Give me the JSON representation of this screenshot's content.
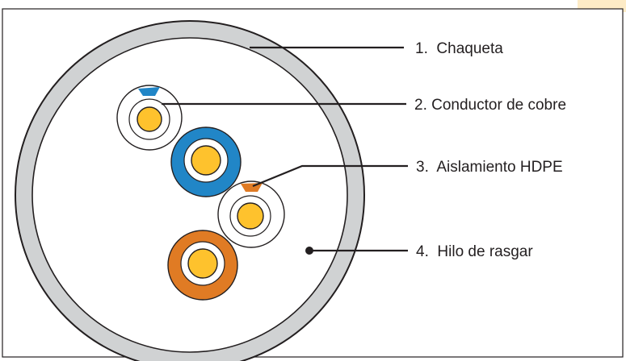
{
  "labels": [
    {
      "id": "jacket",
      "text": "1.  Chaqueta"
    },
    {
      "id": "conductor",
      "text": "2. Conductor de cobre"
    },
    {
      "id": "insulation",
      "text": "3.  Aislamiento HDPE"
    },
    {
      "id": "ripcord",
      "text": "4.  Hilo de rasgar"
    }
  ],
  "colors": {
    "frame": "#231f20",
    "jacket": "#d0d2d3",
    "copper": "#fec22d",
    "blue_insulation": "#2186c7",
    "orange_insulation": "#e07b24",
    "white_insulation": "#ffffff",
    "corner_tab": "#fdebc6"
  }
}
